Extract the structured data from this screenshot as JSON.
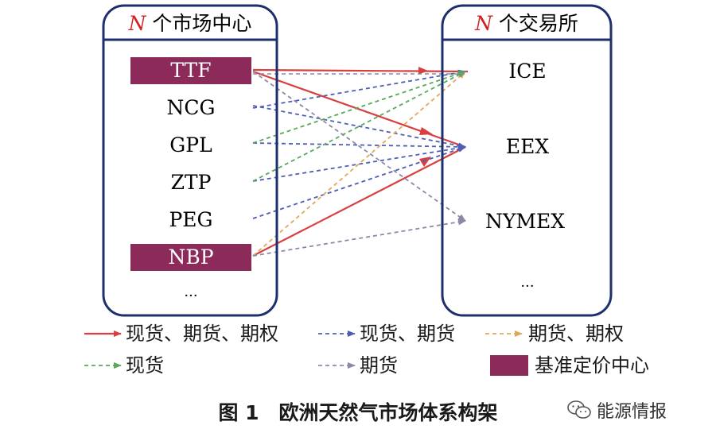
{
  "colors": {
    "box_border": "#1e2f6e",
    "benchmark_fill": "#8c2a5a",
    "title_accent": "#d42020",
    "line_full": "#d84040",
    "line_spot_futures": "#4d5fb4",
    "line_futures_options": "#e0a85a",
    "line_spot": "#5aa85a",
    "line_futures": "#8a8aa6"
  },
  "left_box": {
    "title_n": "N",
    "title_rest": " 个市场中心",
    "hubs": [
      "TTF",
      "NCG",
      "GPL",
      "ZTP",
      "PEG",
      "NBP",
      "···"
    ]
  },
  "right_box": {
    "title_n": "N",
    "title_rest": " 个交易所",
    "exchanges": [
      "ICE",
      "EEX",
      "NYMEX",
      "···"
    ]
  },
  "legend": {
    "full": "现货、期货、期权",
    "spot_futures": "现货、期货",
    "futures_options": "期货、期权",
    "spot": "现货",
    "futures": "期货",
    "benchmark": "基准定价中心"
  },
  "caption": "图 1　欧洲天然气市场体系构架",
  "watermark": {
    "text": "能源情报",
    "icon": "wechat-icon"
  }
}
